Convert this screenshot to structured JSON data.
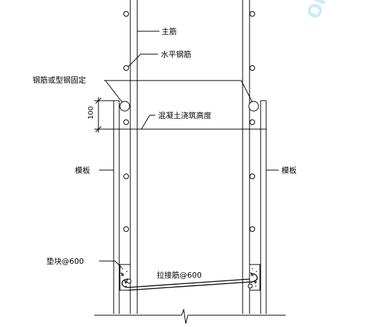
{
  "labels": {
    "main_rebar": "主筋",
    "horizontal_rebar": "水平钢筋",
    "fixing_note": "钢筋或型钢固定",
    "pour_height": "混凝土浇筑高度",
    "formwork_left": "模板",
    "formwork_right": "模板",
    "spacer_block": "垫块@600",
    "tie_bar": "拉接筋@600"
  },
  "dimensions": {
    "height_100": "100"
  },
  "watermark": {
    "text": "ON",
    "color": "#c8ecf7"
  },
  "colors": {
    "line": "#000000",
    "background": "#ffffff"
  }
}
